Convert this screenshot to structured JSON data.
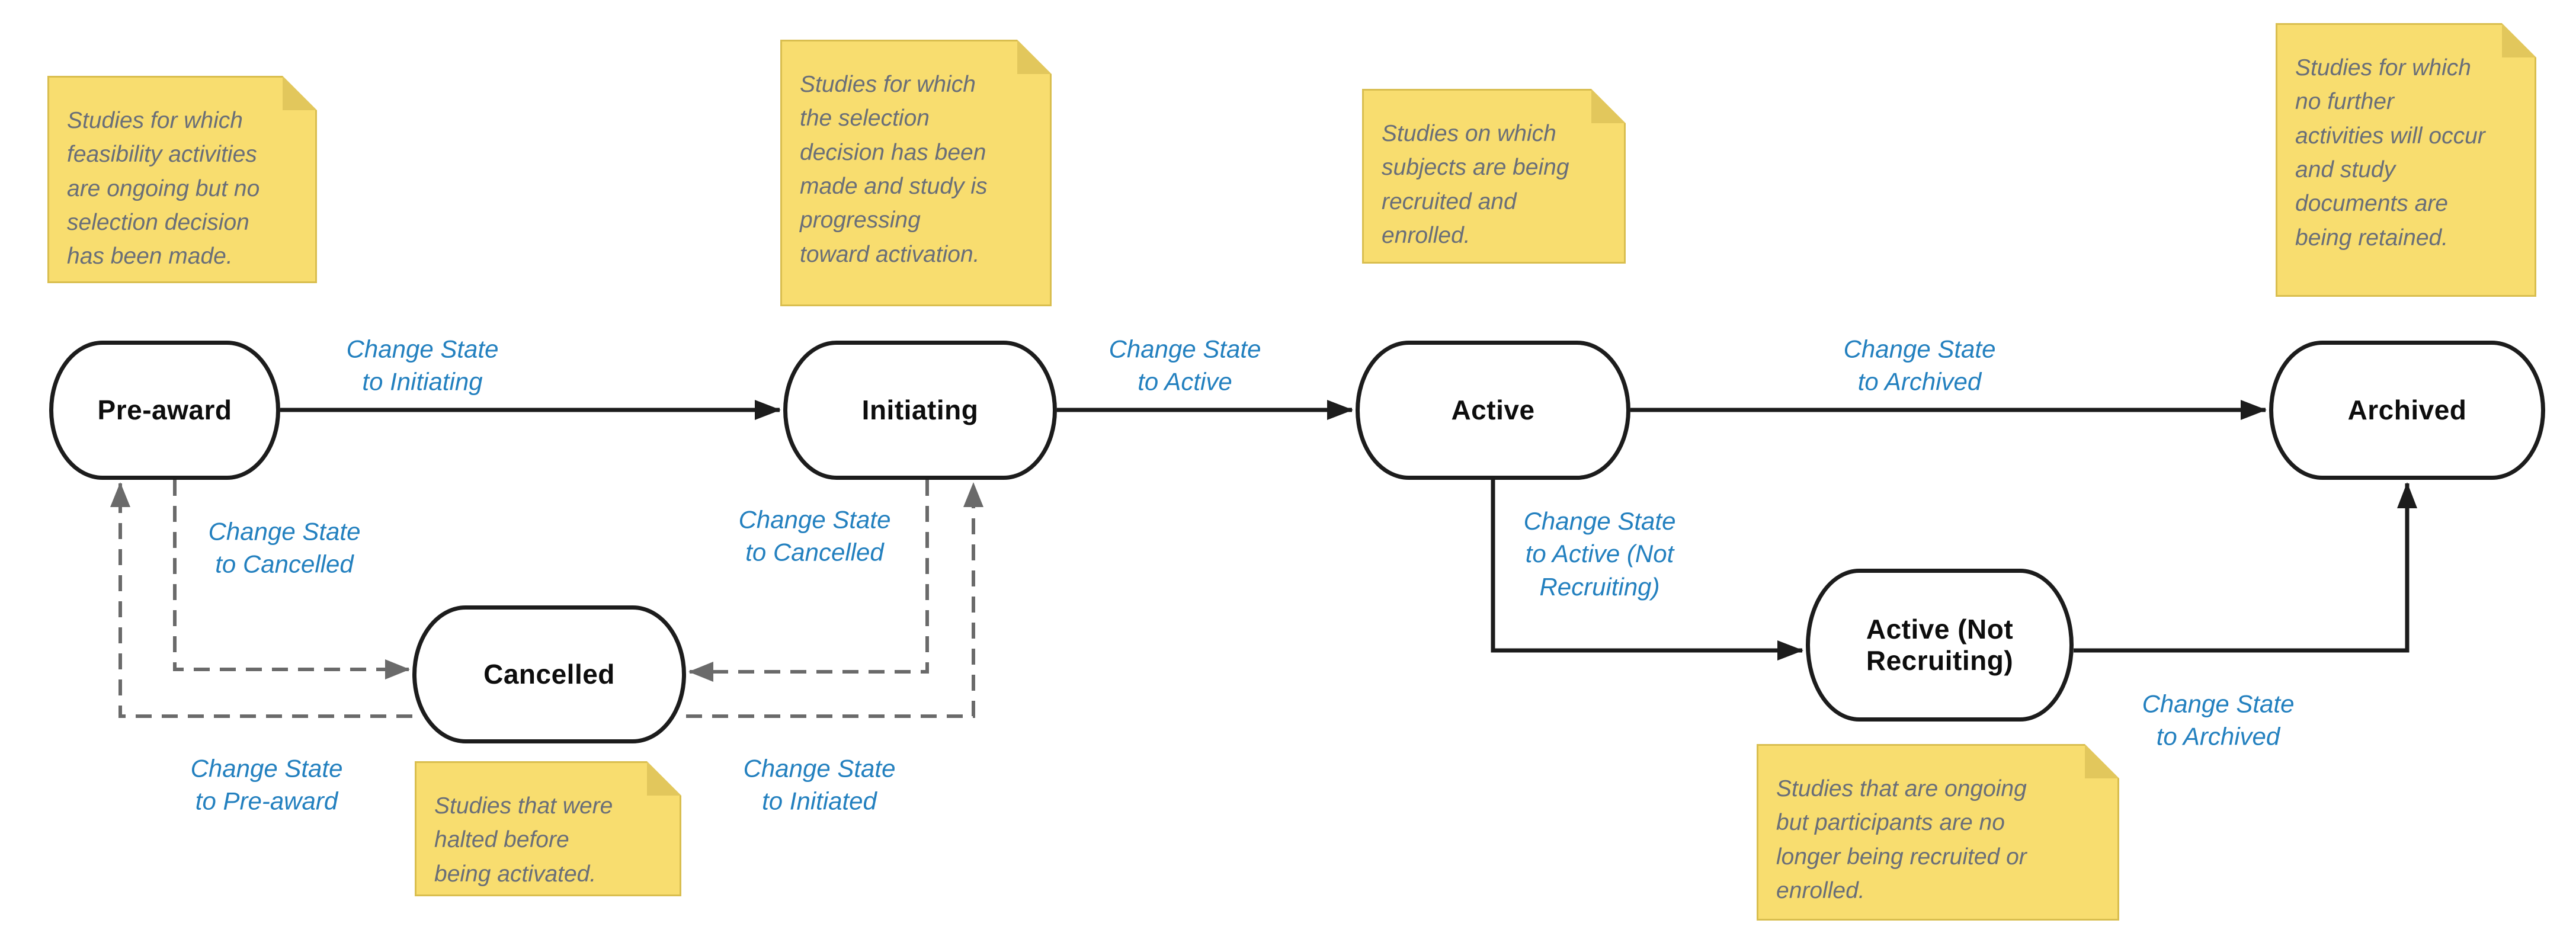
{
  "nodes": {
    "pre_award": {
      "label": "Pre-award"
    },
    "initiating": {
      "label": "Initiating"
    },
    "active": {
      "label": "Active"
    },
    "archived": {
      "label": "Archived"
    },
    "cancelled": {
      "label": "Cancelled"
    },
    "active_not_recruiting": {
      "label": "Active (Not\nRecruiting)"
    }
  },
  "notes": {
    "pre_award": {
      "text": "Studies for which\nfeasibility activities\nare ongoing but no\nselection decision\nhas been made."
    },
    "initiating": {
      "text": "Studies for which\nthe selection\ndecision has been\nmade and study is\nprogressing\ntoward activation."
    },
    "active": {
      "text": "Studies on which\nsubjects are being\nrecruited and\nenrolled."
    },
    "archived": {
      "text": "Studies for which\nno further\nactivities will occur\nand study\ndocuments are\nbeing retained."
    },
    "cancelled": {
      "text": "Studies that were\nhalted before\nbeing activated."
    },
    "active_not_recruiting": {
      "text": "Studies that are ongoing\nbut participants are no\nlonger being recruited or\nenrolled."
    }
  },
  "edge_labels": {
    "pre_award_to_initiating": {
      "text": "Change State\nto Initiating"
    },
    "initiating_to_active": {
      "text": "Change State\nto Active"
    },
    "active_to_archived": {
      "text": "Change State\nto Archived"
    },
    "pre_award_to_cancelled": {
      "text": "Change State\nto Cancelled"
    },
    "initiating_to_cancelled": {
      "text": "Change State\nto Cancelled"
    },
    "cancelled_to_pre_award": {
      "text": "Change State\nto Pre-award"
    },
    "cancelled_to_initiating": {
      "text": "Change State\nto Initiated"
    },
    "active_to_active_not_recruiting": {
      "text": "Change State\nto Active (Not\nRecruiting)"
    },
    "active_not_recruiting_to_archived": {
      "text": "Change State\nto Archived"
    }
  },
  "colors": {
    "node_fill": "#FFFFFF",
    "node_border": "#1C1C1C",
    "solid_edge": "#1C1C1C",
    "dashed_edge": "#6A6A6A",
    "edge_label": "#2380BF",
    "note_fill": "#F8DD6F",
    "note_border": "#D9BE4F",
    "note_fold": "#E2C75C",
    "note_text": "#696E78"
  }
}
